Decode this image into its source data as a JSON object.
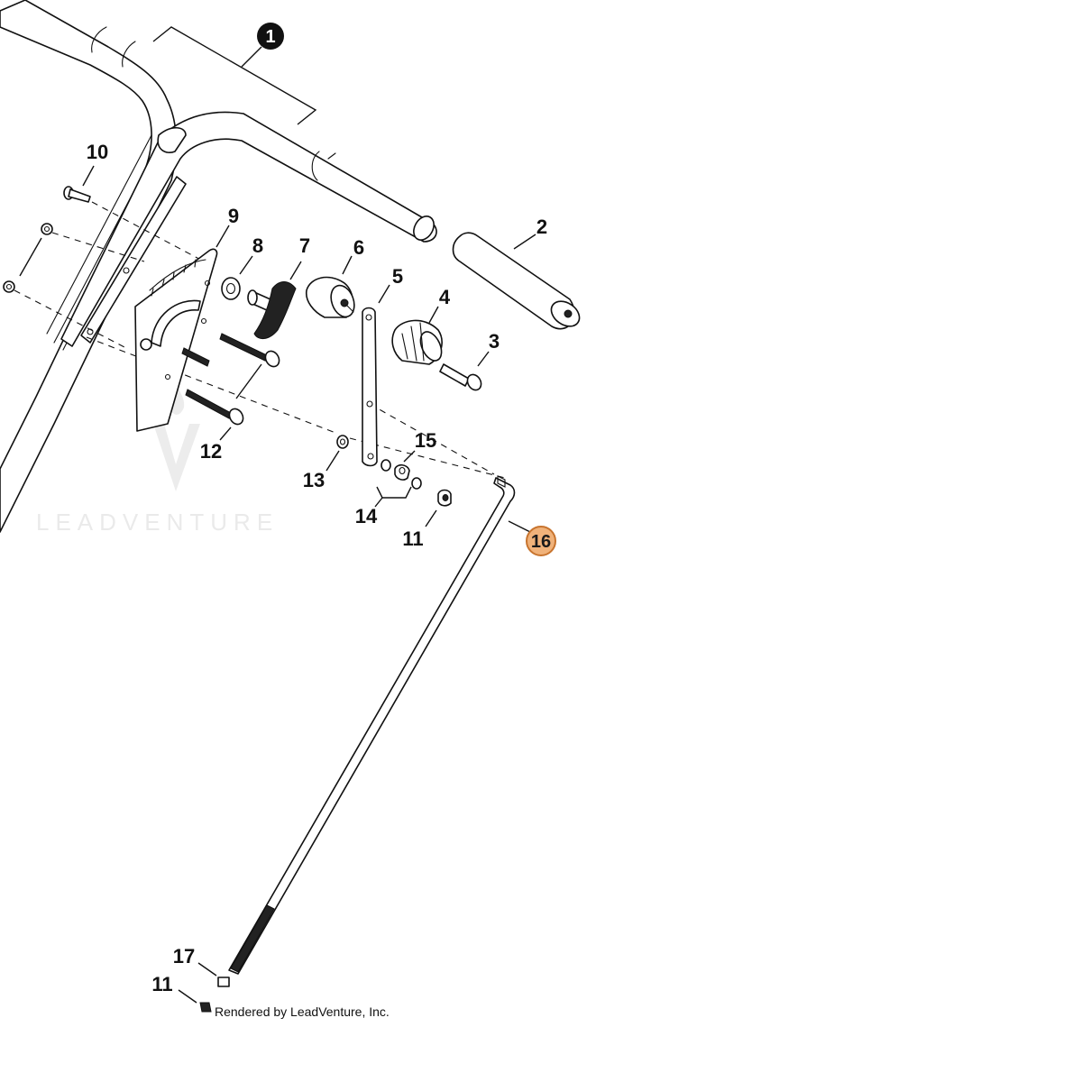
{
  "diagram": {
    "type": "exploded-parts-diagram",
    "callouts": [
      {
        "id": "1",
        "style": "filled-badge"
      },
      {
        "id": "2"
      },
      {
        "id": "3"
      },
      {
        "id": "4"
      },
      {
        "id": "5"
      },
      {
        "id": "6"
      },
      {
        "id": "7"
      },
      {
        "id": "8"
      },
      {
        "id": "9"
      },
      {
        "id": "10"
      },
      {
        "id": "11"
      },
      {
        "id": "12"
      },
      {
        "id": "13"
      },
      {
        "id": "14"
      },
      {
        "id": "15"
      },
      {
        "id": "16",
        "style": "highlighted",
        "highlight_color": "#e8a86a"
      },
      {
        "id": "17"
      }
    ],
    "labels": {
      "p1": "1",
      "p2": "2",
      "p3": "3",
      "p4": "4",
      "p5": "5",
      "p6": "6",
      "p7": "7",
      "p8": "8",
      "p9": "9",
      "p10": "10",
      "p11a": "11",
      "p11b": "11",
      "p12": "12",
      "p13": "13",
      "p14": "14",
      "p15": "15",
      "p16": "16",
      "p17": "17"
    },
    "watermark": "LEADVENTURE",
    "credit": "Rendered by LeadVenture, Inc.",
    "colors": {
      "line": "#111111",
      "highlight_fill": "#f0b27a",
      "highlight_stroke": "#c8742e",
      "watermark": "#d9d9d9"
    }
  }
}
